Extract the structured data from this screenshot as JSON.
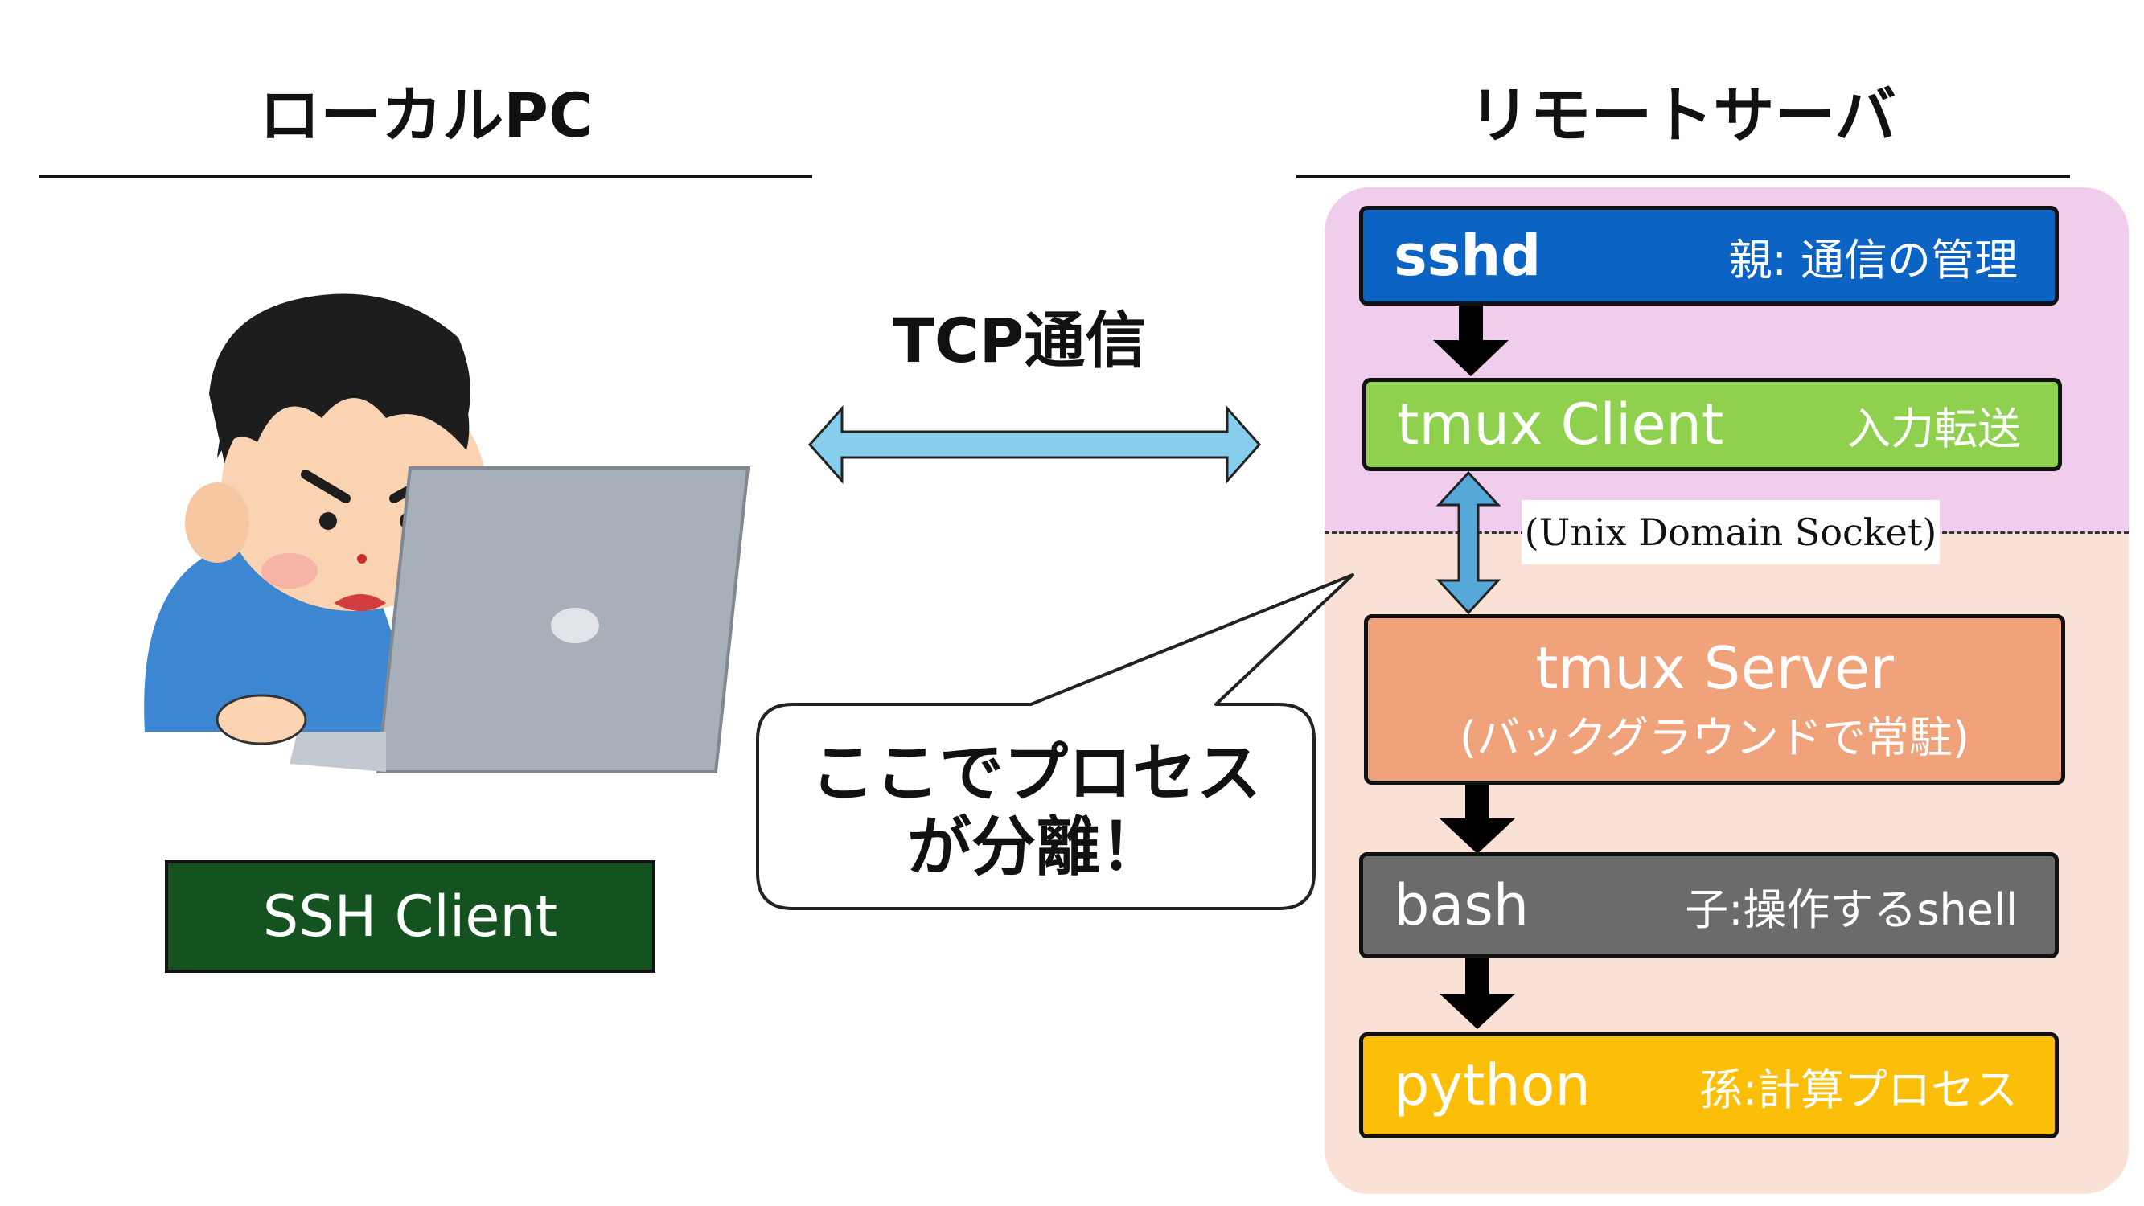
{
  "headings": {
    "local": "ローカルPC",
    "remote": "リモートサーバ"
  },
  "connection": {
    "tcp_label": "TCP通信",
    "socket_label": "(Unix Domain Socket)"
  },
  "callout": {
    "line1": "ここでプロセス",
    "line2": "が分離！"
  },
  "local_pc": {
    "client_label": "SSH Client"
  },
  "processes": [
    {
      "name": "sshd",
      "desc": "親: 通信の管理",
      "color": "#0b63c4"
    },
    {
      "name": "tmux Client",
      "desc": "入力転送",
      "color": "#8fd14f"
    },
    {
      "name": "tmux Server",
      "desc": "(バックグラウンドで常駐)",
      "color": "#f0a27a"
    },
    {
      "name": "bash",
      "desc": "子:操作するshell",
      "color": "#6b6b6b"
    },
    {
      "name": "python",
      "desc": "孫:計算プロセス",
      "color": "#fbbf0a"
    }
  ],
  "colors": {
    "parent_zone": "#f0cdec",
    "child_zone": "#f9e1d5",
    "ssh_client": "#145220",
    "tcp_arrow": "#86ceeb",
    "socket_arrow": "#56a8d8",
    "flow_arrow": "#000000"
  }
}
